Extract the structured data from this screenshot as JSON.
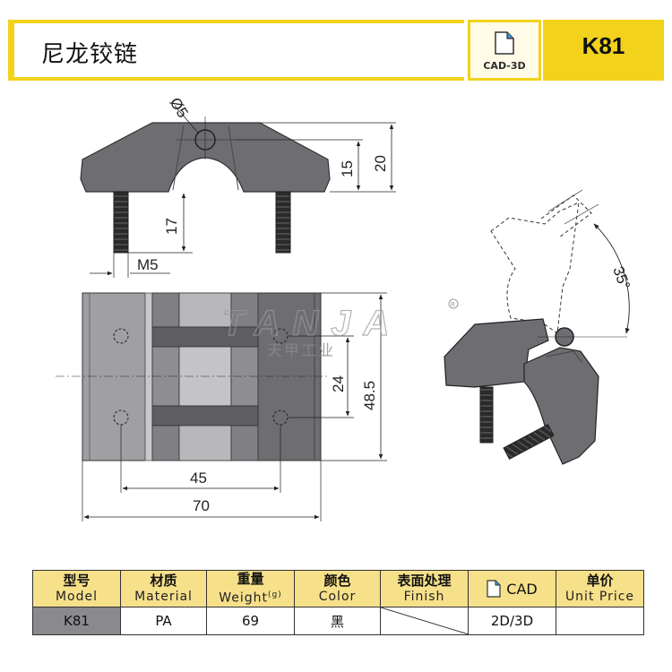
{
  "header": {
    "title": "尼龙铰链",
    "cad_badge": "CAD-3D",
    "product_code": "K81"
  },
  "drawing": {
    "watermark_brand": "TANJA",
    "watermark_sub": "天甲工业",
    "dimensions": {
      "hole_dia": "Ø5",
      "height_15": "15",
      "height_20": "20",
      "screw_len": "17",
      "thread": "M5",
      "hole_spacing": "24",
      "width_48": "48.5",
      "center_45": "45",
      "length_70": "70",
      "angle": "35°"
    }
  },
  "table": {
    "headers": [
      {
        "zh": "型号",
        "en": "Model"
      },
      {
        "zh": "材质",
        "en": "Material"
      },
      {
        "zh": "重量",
        "en": "Weight",
        "unit": "(g)"
      },
      {
        "zh": "颜色",
        "en": "Color"
      },
      {
        "zh": "表面处理",
        "en": "Finish"
      },
      {
        "zh": "",
        "en": "CAD"
      },
      {
        "zh": "单价",
        "en": "Unit Price"
      }
    ],
    "row": {
      "model": "K81",
      "material": "PA",
      "weight": "69",
      "color": "黑",
      "finish": "",
      "cad": "2D/3D",
      "unit_price": ""
    }
  },
  "colors": {
    "accent_yellow": "#f2d21b",
    "header_cell": "#f6e08a",
    "part_gray": "#6e6e72"
  }
}
